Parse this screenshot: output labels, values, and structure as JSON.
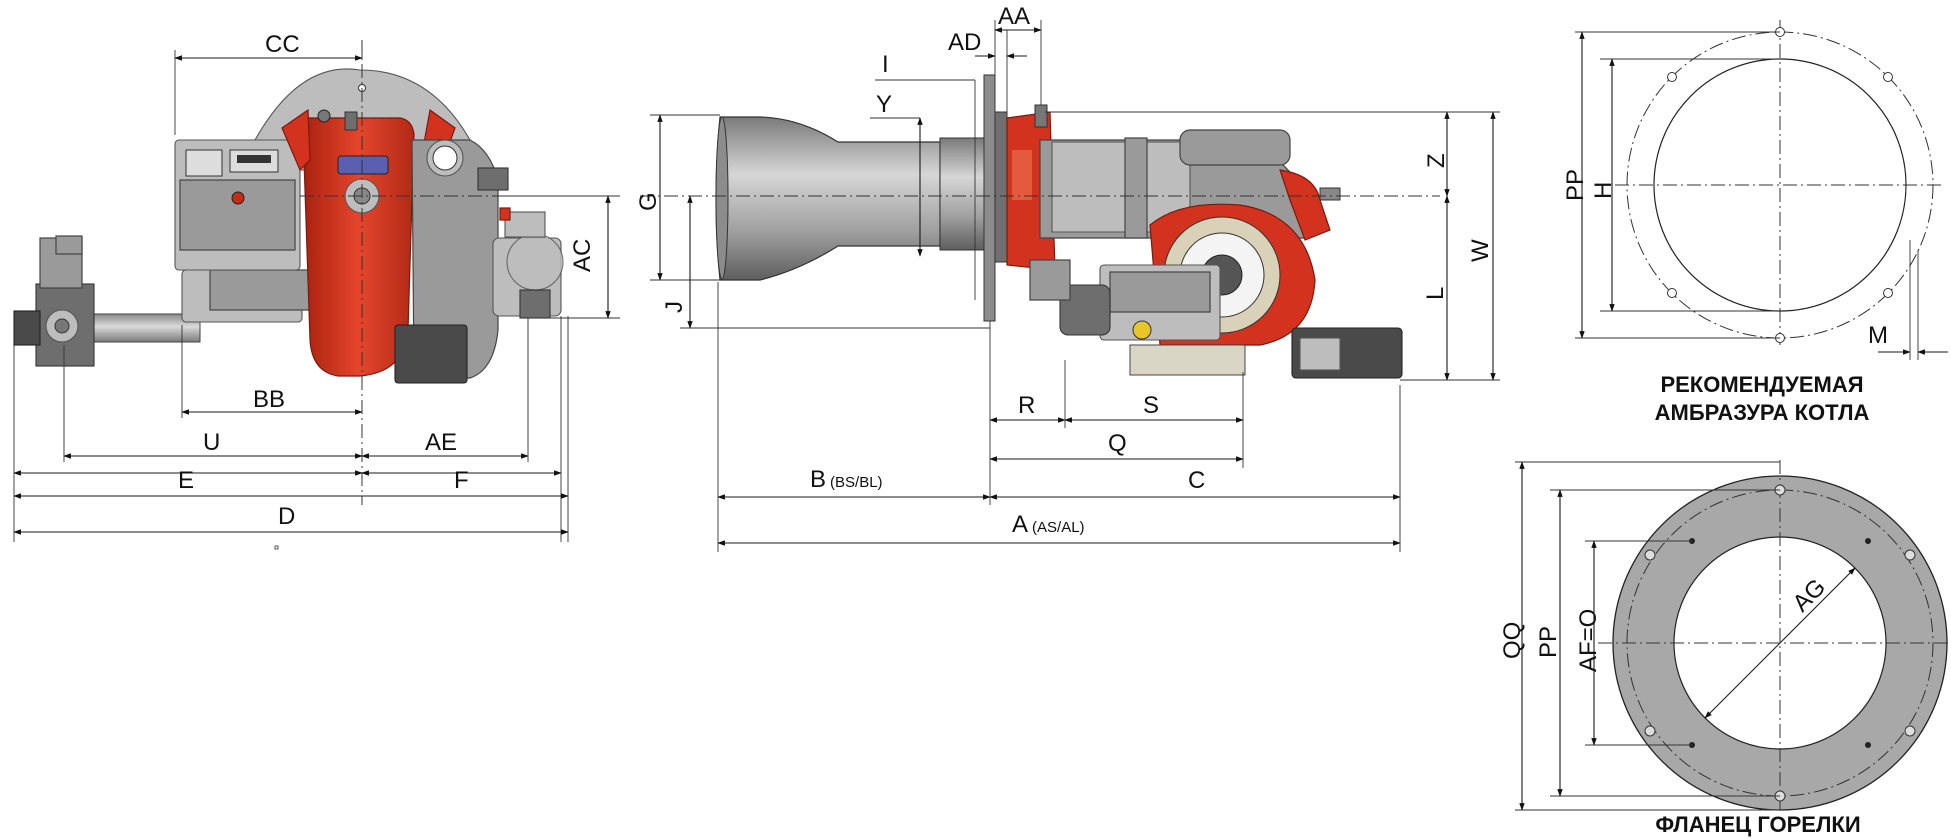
{
  "labels": {
    "CC": "CC",
    "AC": "AC",
    "BB": "BB",
    "U": "U",
    "AE": "AE",
    "E": "E",
    "F": "F",
    "D": "D",
    "AA": "AA",
    "AD": "AD",
    "I": "I",
    "Y": "Y",
    "G": "G",
    "J": "J",
    "Z": "Z",
    "L": "L",
    "W": "W",
    "R": "R",
    "S": "S",
    "Q": "Q",
    "B": "B",
    "B_sub": "(BS/BL)",
    "C": "C",
    "A": "A",
    "A_sub": "(AS/AL)",
    "PP": "PP",
    "H": "H",
    "M": "M",
    "QQ": "QQ",
    "PP2": "PP",
    "AF": "AF=O",
    "AG": "AG"
  },
  "captions": {
    "embrasure_line1": "РЕКОМЕНДУЕМАЯ",
    "embrasure_line2": "АМБРАЗУРА КОТЛА",
    "flange": "ФЛАНЕЦ ГОРЕЛКИ"
  },
  "colors": {
    "burner_red": "#d2321e",
    "housing_grey": "#9a9a9a",
    "flange_grey": "#a8a8a8",
    "line": "#1a1a1a"
  }
}
